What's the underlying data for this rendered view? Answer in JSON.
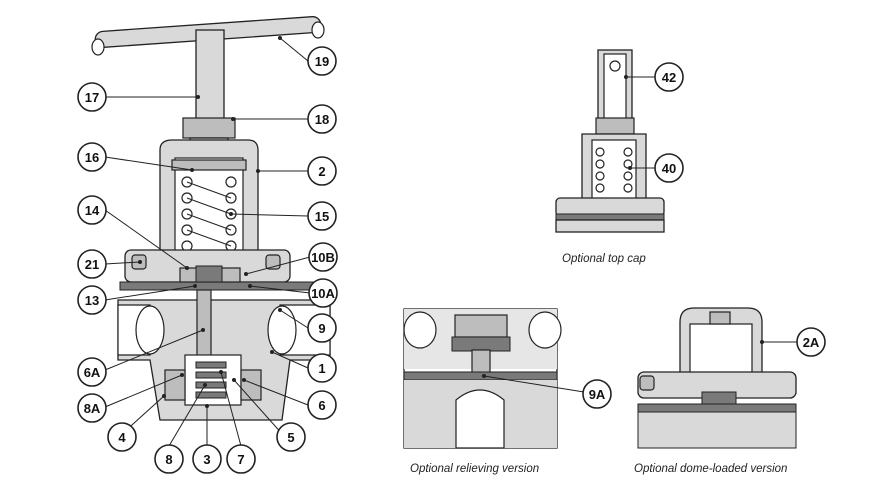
{
  "captions": {
    "top_cap": "Optional top cap",
    "relieving": "Optional relieving version",
    "dome_loaded": "Optional dome-loaded version"
  },
  "callouts": [
    "19",
    "17",
    "18",
    "16",
    "2",
    "14",
    "15",
    "21",
    "10B",
    "13",
    "10A",
    "9",
    "6A",
    "1",
    "8A",
    "6",
    "4",
    "5",
    "8",
    "3",
    "7",
    "42",
    "40",
    "9A",
    "2A"
  ]
}
